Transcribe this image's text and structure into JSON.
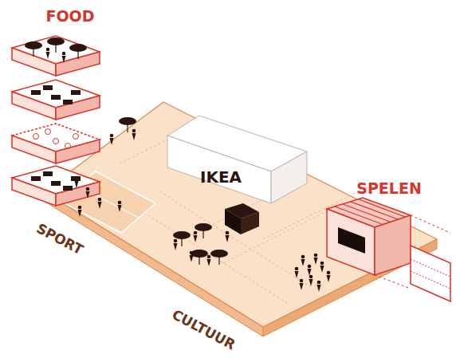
{
  "diagram": {
    "nodes": [
      {
        "text": [
          "FOOD"
        ]
      },
      {
        "text": [
          "IKEA"
        ]
      },
      {
        "text": [
          "SPELEN"
        ]
      }
    ],
    "labels": [
      "SPORT",
      "CULTUUR"
    ]
  }
}
